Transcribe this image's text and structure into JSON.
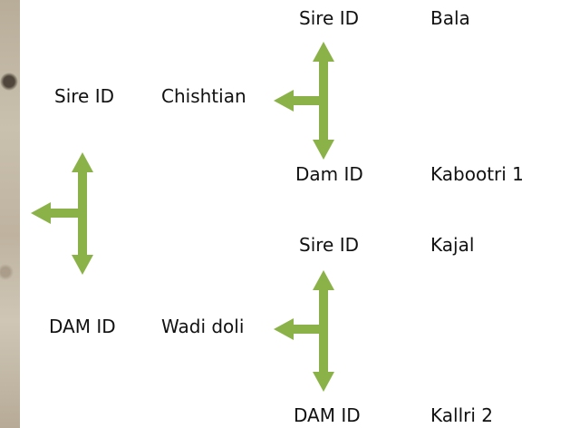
{
  "pedigree": {
    "sire": {
      "label": "Sire ID",
      "name": "Chishtian",
      "sire": {
        "label": "Sire ID",
        "name": "Bala"
      },
      "dam": {
        "label": "Dam ID",
        "name": "Kabootri 1"
      }
    },
    "dam": {
      "label": "DAM ID",
      "name": "Wadi doli",
      "sire": {
        "label": "Sire ID",
        "name": "Kajal"
      },
      "dam": {
        "label": "DAM ID",
        "name": "Kallri 2"
      }
    }
  },
  "colors": {
    "arrow": "#8bb248",
    "text": "#111111"
  }
}
